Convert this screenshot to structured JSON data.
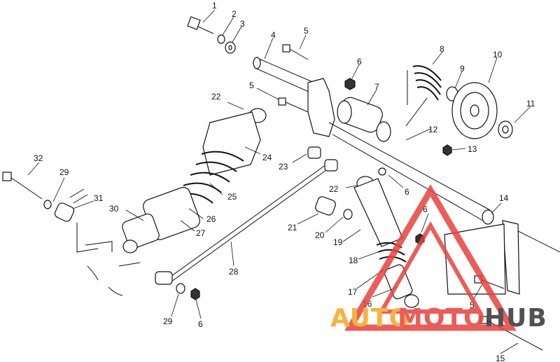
{
  "callouts": [
    "1",
    "2",
    "3",
    "4",
    "5",
    "5",
    "6",
    "7",
    "8",
    "9",
    "10",
    "11",
    "12",
    "13",
    "22",
    "24",
    "23",
    "6",
    "22",
    "14",
    "32",
    "29",
    "31",
    "25",
    "6",
    "30",
    "26",
    "27",
    "21",
    "20",
    "19",
    "18",
    "28",
    "17",
    "16",
    "5",
    "29",
    "6",
    "15"
  ],
  "watermark": {
    "text_a": "AUTO",
    "text_b": "MOTO",
    "text_c": "HUB",
    "color_orange": "#f5a623",
    "color_red": "#e8413c",
    "color_dark": "#333333"
  }
}
